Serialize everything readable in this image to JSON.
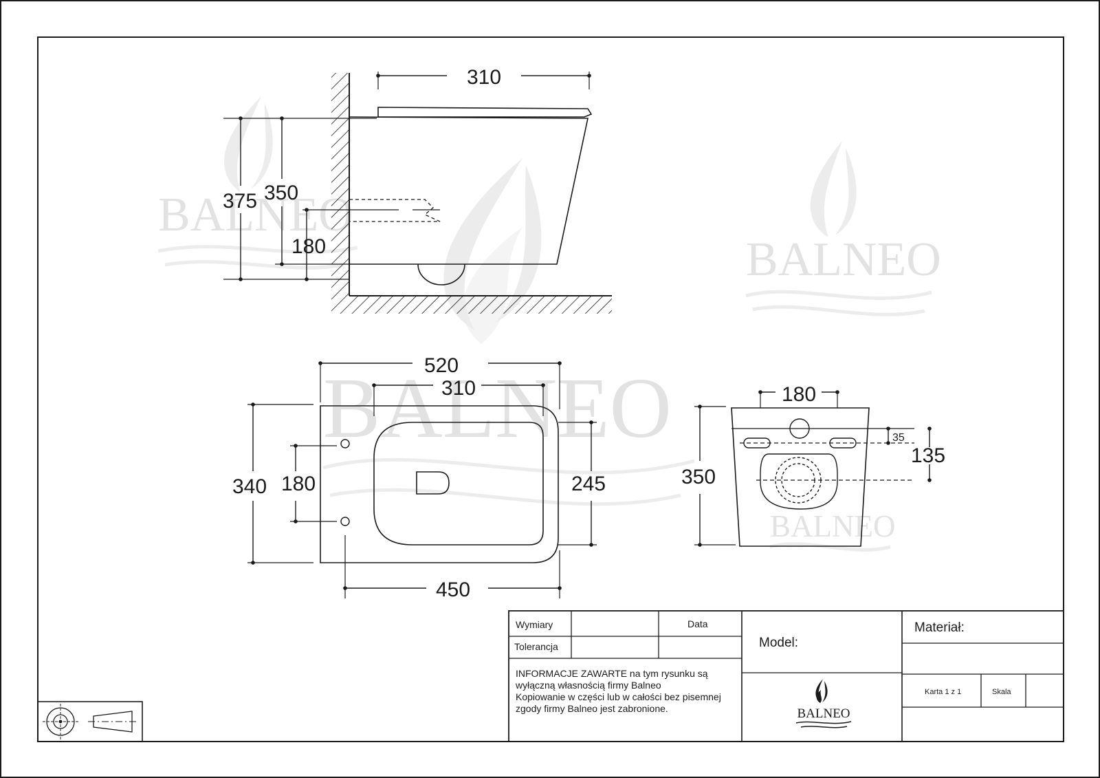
{
  "watermark_text": "BALNEO",
  "side_view": {
    "width_310": "310",
    "height_375": "375",
    "height_350": "350",
    "height_180": "180"
  },
  "top_view": {
    "width_520": "520",
    "width_310": "310",
    "width_450": "450",
    "depth_340": "340",
    "depth_180": "180",
    "depth_245": "245"
  },
  "back_view": {
    "width_180": "180",
    "height_350": "350",
    "offset_35": "35",
    "offset_135": "135"
  },
  "title_block": {
    "wymiary": "Wymiary",
    "tolerancja": "Tolerancja",
    "data": "Data",
    "model": "Model:",
    "material": "Materiał:",
    "karta": "Karta 1 z 1",
    "skala": "Skala",
    "notice": [
      "INFORMACJE ZAWARTE na tym rysunku są",
      "wyłączną własnością firmy Balneo",
      "Kopiowanie w części lub w całości bez pisemnej",
      "zgody firmy Balneo jest zabronione."
    ],
    "logo_text": "BALNEO"
  },
  "colors": {
    "ink": "#1a1a1a",
    "watermark": "#e2e2e2"
  }
}
